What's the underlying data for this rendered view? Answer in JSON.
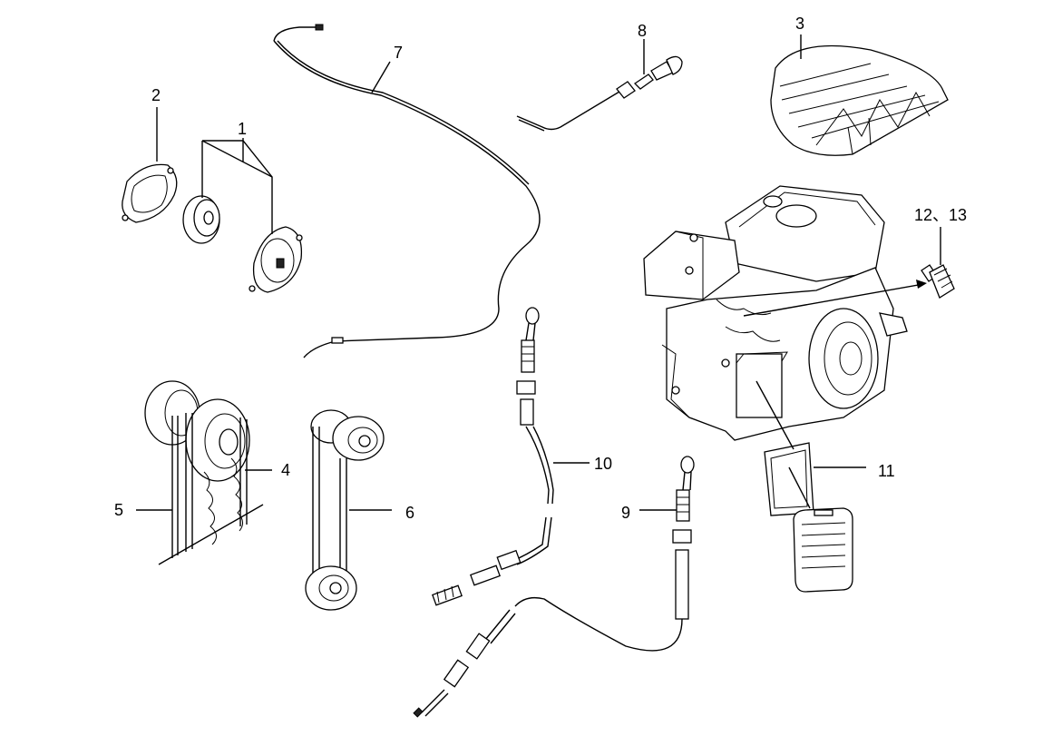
{
  "callouts": {
    "c1": "1",
    "c2": "2",
    "c3": "3",
    "c4": "4",
    "c5": "5",
    "c6": "6",
    "c7": "7",
    "c8": "8",
    "c9": "9",
    "c10": "10",
    "c11": "11",
    "c12_13": "12、13"
  },
  "colors": {
    "ink": "#000000",
    "background": "#ffffff"
  }
}
